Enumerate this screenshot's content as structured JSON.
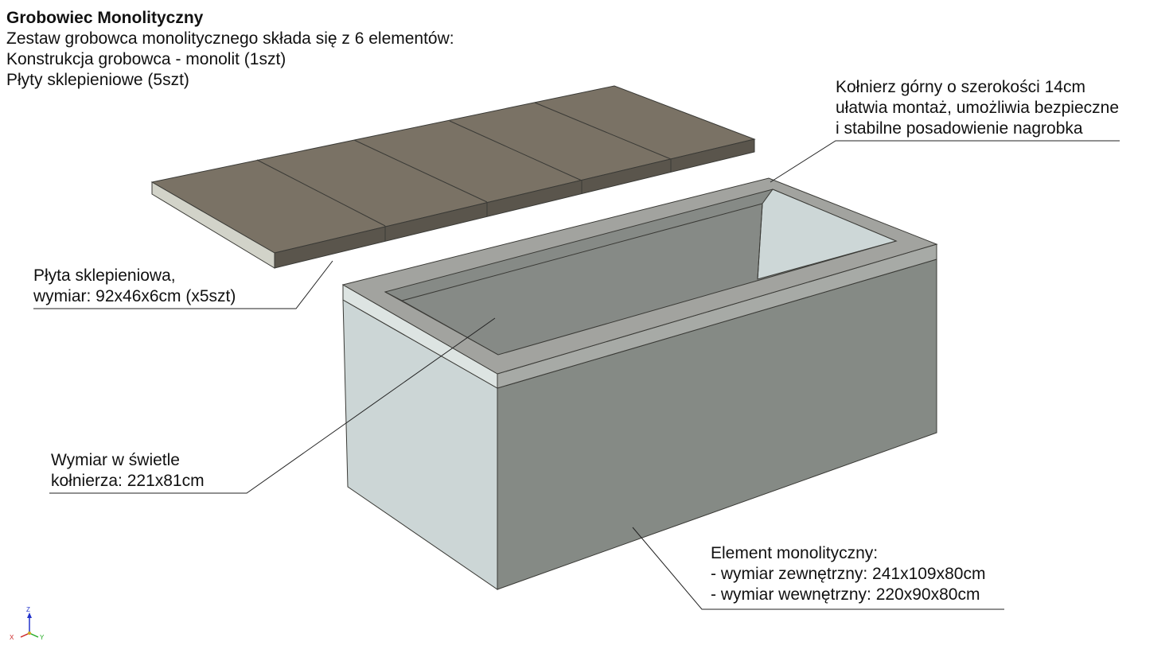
{
  "header": {
    "title": "Grobowiec Monolityczny",
    "lines": [
      "Zestaw grobowca monolitycznego składa się z 6 elementów:",
      "Konstrukcja grobowca - monolit (1szt)",
      "Płyty sklepieniowe (5szt)"
    ]
  },
  "callouts": {
    "flange": [
      "Kołnierz górny o szerokości 14cm",
      "ułatwia montaż, umożliwia bezpieczne",
      "i stabilne posadowienie nagrobka"
    ],
    "slab": [
      "Płyta sklepieniowa,",
      "wymiar: 92x46x6cm (x5szt)"
    ],
    "clear": [
      "Wymiar w świetle",
      "kołnierza: 221x81cm"
    ],
    "element": [
      "Element monolityczny:",
      "- wymiar zewnętrzny: 241x109x80cm",
      "- wymiar wewnętrzny: 220x90x80cm"
    ]
  },
  "axes": {
    "z": "Z",
    "x": "X",
    "y": "Y"
  },
  "colors": {
    "slab_top": "#7a7265",
    "slab_front": "#5a554c",
    "slab_side": "#d2d3c9",
    "box_front": "#858a85",
    "box_side": "#ccd6d6",
    "rim": "#a2a39f",
    "inner": "#868a86",
    "inner_side": "#cdd7d7",
    "axis_z": "#2233cc",
    "axis_x": "#cc2222",
    "axis_y": "#22aa22"
  }
}
